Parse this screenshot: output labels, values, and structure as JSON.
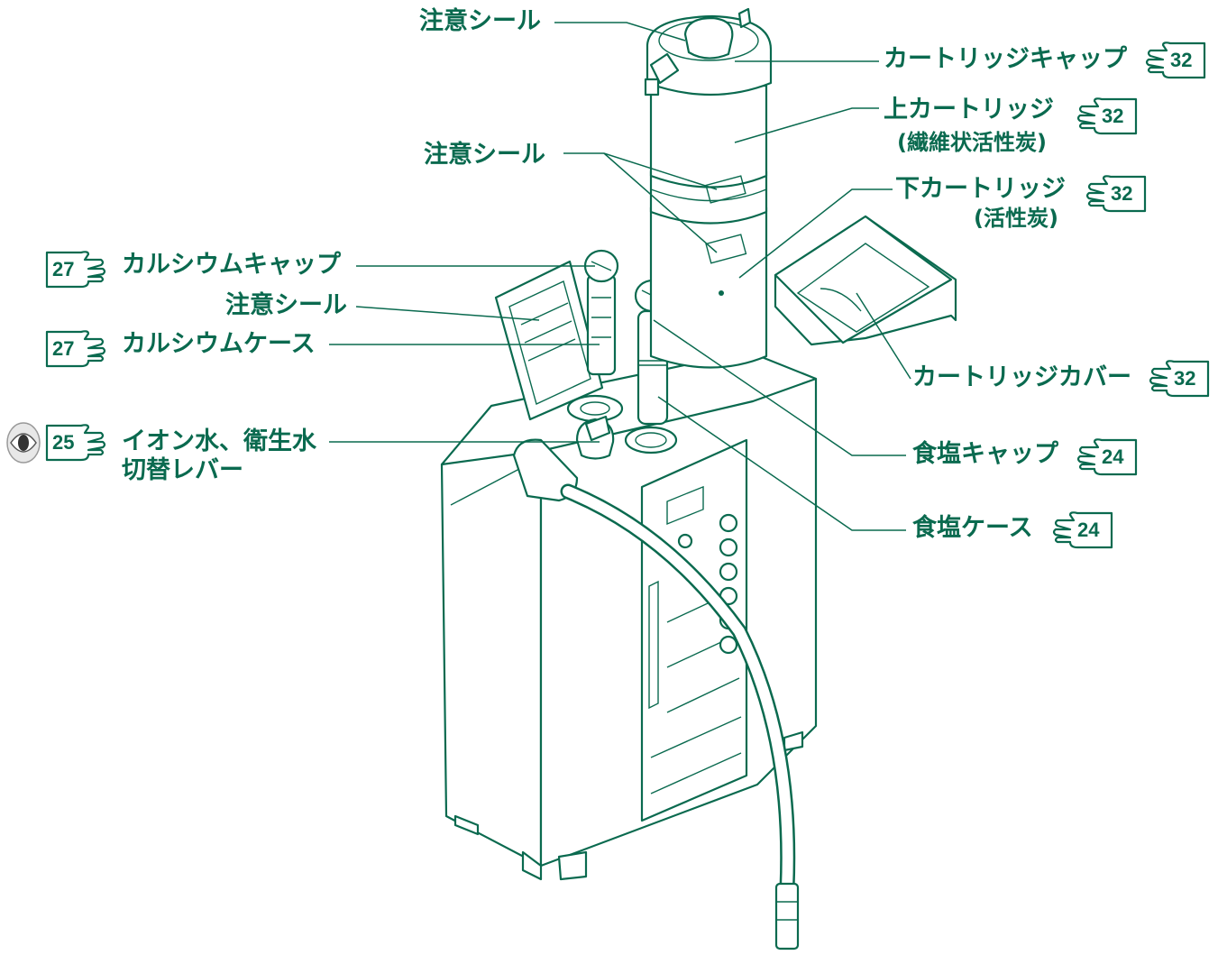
{
  "labels": {
    "caution_seal_top": "注意シール",
    "cartridge_cap": "カートリッジキャップ",
    "upper_cartridge": "上カートリッジ",
    "upper_cartridge_sub": "(繊維状活性炭)",
    "caution_seal_mid": "注意シール",
    "lower_cartridge": "下カートリッジ",
    "lower_cartridge_sub": "(活性炭)",
    "calcium_cap": "カルシウムキャップ",
    "caution_seal_left": "注意シール",
    "calcium_case": "カルシウムケース",
    "cartridge_cover": "カートリッジカバー",
    "lever_line1": "イオン水、衛生水",
    "lever_line2": "切替レバー",
    "salt_cap": "食塩キャップ",
    "salt_case": "食塩ケース"
  },
  "page_refs": {
    "cartridge_cap": "32",
    "upper_cartridge": "32",
    "lower_cartridge": "32",
    "calcium_cap": "27",
    "calcium_case": "27",
    "cartridge_cover": "32",
    "lever": "25",
    "salt_cap": "24",
    "salt_case": "24"
  },
  "icons": {
    "page_ref": "pointing-hand-icon",
    "operation": "eye-icon"
  },
  "colors": {
    "ink": "#0a6a4f",
    "background": "#ffffff"
  }
}
